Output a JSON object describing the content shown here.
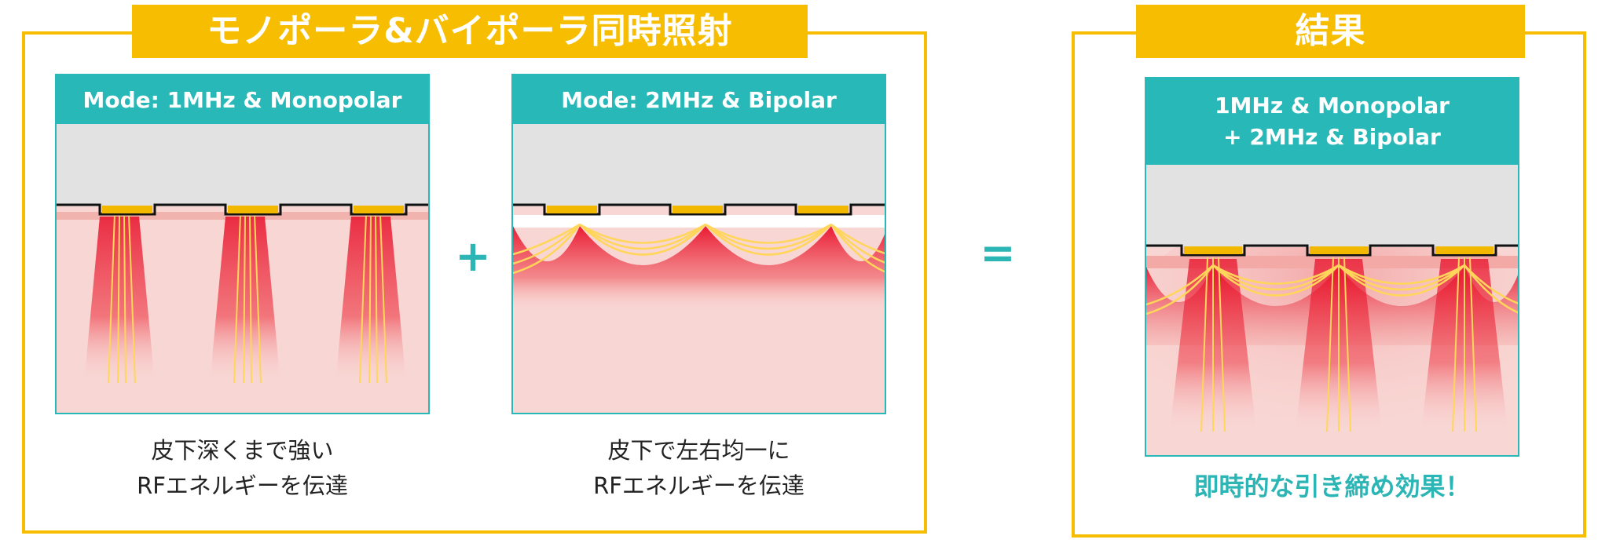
{
  "left_section": {
    "title": "モノポーラ&バイポーラ同時照射",
    "panel_a": {
      "mode_label": "Mode: 1MHz & Monopolar",
      "caption_line1": "皮下深くまで強い",
      "caption_line2": "RFエネルギーを伝達"
    },
    "panel_b": {
      "mode_label": "Mode: 2MHz & Bipolar",
      "caption_line1": "皮下で左右均一に",
      "caption_line2": "RFエネルギーを伝達"
    },
    "plus_sign": "+"
  },
  "equals_sign": "=",
  "right_section": {
    "title": "結果",
    "result_label_line1": "1MHz & Monopolar",
    "result_label_line2": "+ 2MHz & Bipolar",
    "caption": "即時的な引き締め効果！"
  },
  "colors": {
    "frame": "#f7bd00",
    "header": "#29b8b8",
    "skin": "#f8d6d3",
    "energy": "#e8102a",
    "electrode": "#f2b800",
    "probe": "#e2e2e2"
  }
}
